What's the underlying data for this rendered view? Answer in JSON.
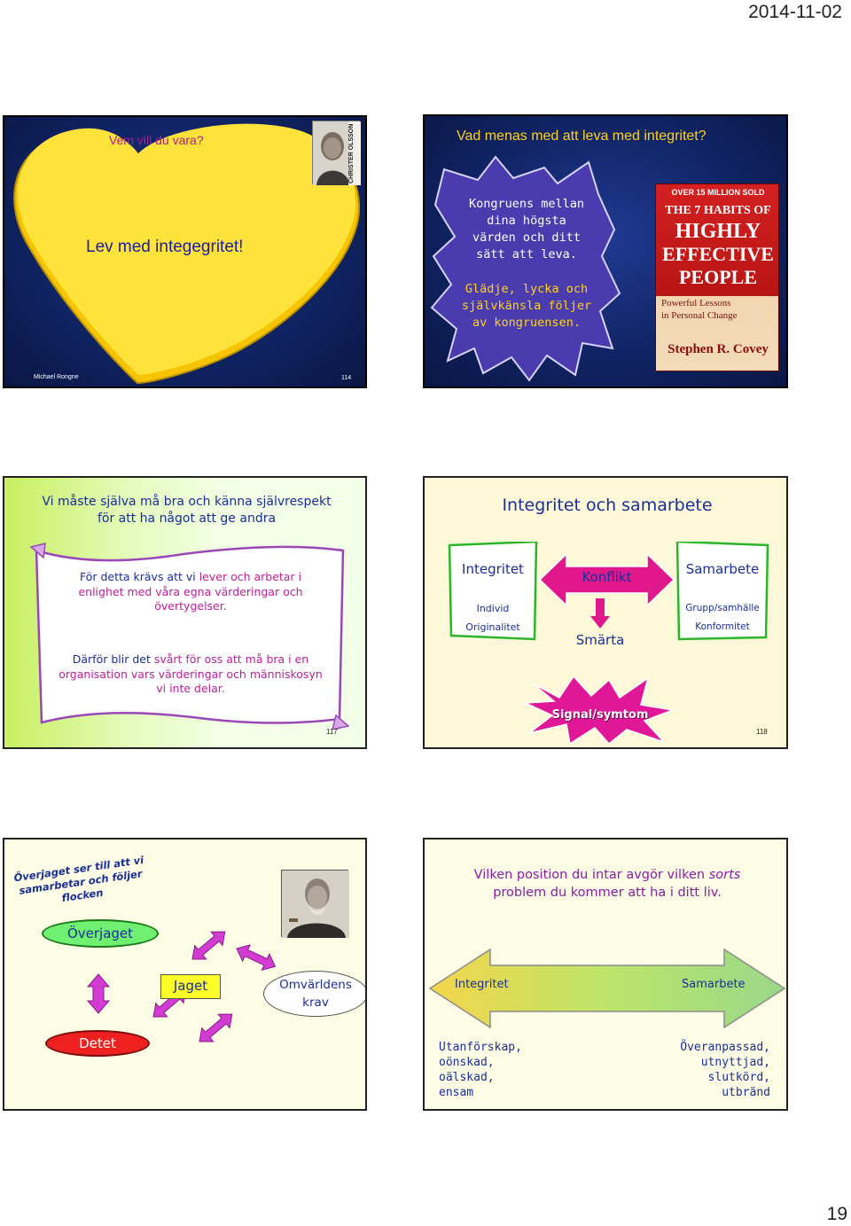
{
  "header": {
    "date": "2014-11-02"
  },
  "slide1": {
    "question": "Vem vill du vara?",
    "main": "Lev med integegritet!",
    "photo_label": "CHRISTER OLSSON",
    "author": "Michael Rongne",
    "number": "114"
  },
  "slide2": {
    "title": "Vad menas med att leva med integritet?",
    "burst_line1": "Kongruens mellan",
    "burst_line2": "dina högsta",
    "burst_line3": "värden och ditt",
    "burst_line4": "sätt att leva.",
    "burst_line5": "Glädje, lycka och",
    "burst_line6": "självkänsla följer",
    "burst_line7": "av kongruensen.",
    "book": {
      "top": "OVER 15 MILLION SOLD",
      "line1": "THE 7 HABITS OF",
      "line2": "HIGHLY",
      "line3": "EFFECTIVE",
      "line4": "PEOPLE",
      "sub1": "Powerful Lessons",
      "sub2": "in Personal Change",
      "author": "Stephen R. Covey"
    }
  },
  "slide3": {
    "title_line1": "Vi måste själva må bra och känna självrespekt",
    "title_line2": "för att ha något att ge andra",
    "p1_line1_a": "För detta krävs att vi ",
    "p1_line1_b": "lever och arbetar i",
    "p1_line2": "enlighet med våra egna värderingar och",
    "p1_line3": "övertygelser.",
    "p2_line1_a": "Därför blir det ",
    "p2_line1_b": "svårt för oss att må bra i en",
    "p2_line2": "organisation vars värderingar och människosyn",
    "p2_line3": "vi inte delar.",
    "number": "117"
  },
  "slide4": {
    "title": "Integritet och samarbete",
    "left_title": "Integritet",
    "left_item1": "Individ",
    "left_item2": "Originalitet",
    "conflict": "Konflikt",
    "right_title": "Samarbete",
    "right_item1": "Grupp/samhälle",
    "right_item2": "Konformitet",
    "pain": "Smärta",
    "signal": "Signal/symtom",
    "number": "118"
  },
  "slide5": {
    "caption_line1": "Överjaget ser till att vi",
    "caption_line2": "samarbetar och följer",
    "caption_line3": "flocken",
    "superego": "Överjaget",
    "ego": "Jaget",
    "env_line1": "Omvärldens",
    "env_line2": "krav",
    "id": "Detet"
  },
  "slide6": {
    "title_line1_a": "Vilken position du intar avgör vilken ",
    "title_line1_b": "sorts",
    "title_line2": "problem du kommer att ha i ditt liv.",
    "left_label": "Integritet",
    "right_label": "Samarbete",
    "left_list": [
      "Utanförskap,",
      "oönskad,",
      "oälskad,",
      "ensam"
    ],
    "right_list": [
      "Överanpassad,",
      "utnyttjad,",
      "slutkörd,",
      "utbränd"
    ]
  },
  "footer": {
    "page_number": "19"
  }
}
